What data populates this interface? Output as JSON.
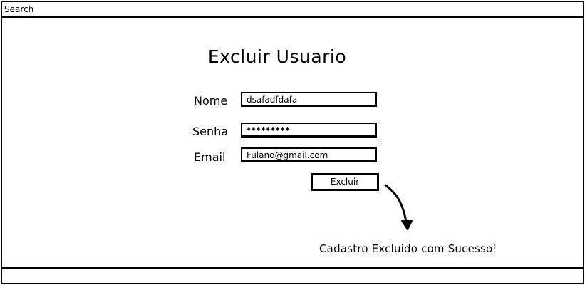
{
  "search": {
    "label": "Search"
  },
  "page": {
    "title": "Excluir Usuario"
  },
  "form": {
    "name_label": "Nome",
    "name_value": "dsafadfdafa",
    "password_label": "Senha",
    "password_value": "*********",
    "email_label": "Email",
    "email_value": "Fulano@gmail.com",
    "submit_label": "Excluir"
  },
  "result": {
    "message": "Cadastro Excluido com Sucesso!"
  },
  "icons": {
    "flow_arrow": "curved-arrow-down-icon"
  }
}
